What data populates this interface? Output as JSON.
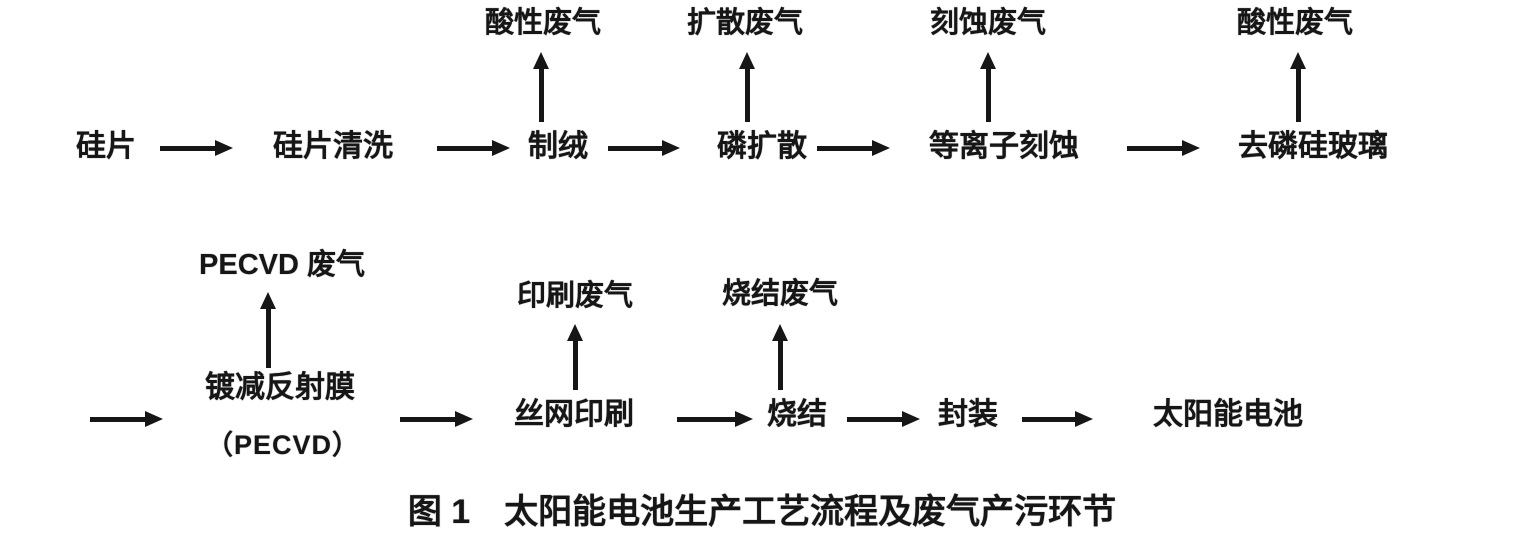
{
  "colors": {
    "ink": "#161616",
    "paper": "#ffffff"
  },
  "process": {
    "row1": [
      {
        "label": "硅片"
      },
      {
        "label": "硅片清洗"
      },
      {
        "label": "制绒",
        "emission": "酸性废气"
      },
      {
        "label": "磷扩散",
        "emission": "扩散废气"
      },
      {
        "label": "等离子刻蚀",
        "emission": "刻蚀废气"
      },
      {
        "label": "去磷硅玻璃",
        "emission": "酸性废气"
      }
    ],
    "row2": [
      {
        "label": "镀减反射膜",
        "sublabel": "（PECVD）",
        "emission": "PECVD 废气"
      },
      {
        "label": "丝网印刷",
        "emission": "印刷废气"
      },
      {
        "label": "烧结",
        "emission": "烧结废气"
      },
      {
        "label": "封装"
      },
      {
        "label": "太阳能电池"
      }
    ]
  },
  "caption": {
    "prefix": "图 1",
    "title": "太阳能电池生产工艺流程及废气产污环节"
  }
}
